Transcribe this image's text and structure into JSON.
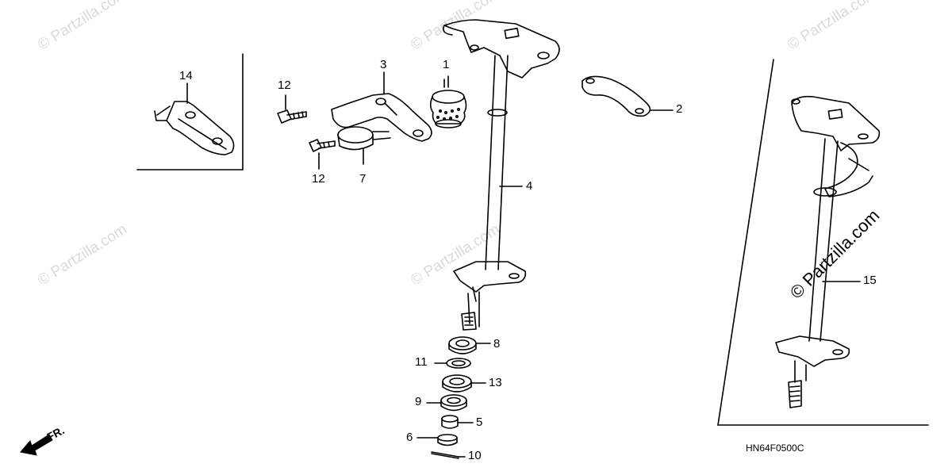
{
  "watermark": "© Partzilla.com",
  "diagram_code": "HN64F0500C",
  "direction_marker": "FR.",
  "callouts": [
    {
      "id": "c1",
      "text": "1"
    },
    {
      "id": "c2",
      "text": "2"
    },
    {
      "id": "c3",
      "text": "3"
    },
    {
      "id": "c4",
      "text": "4"
    },
    {
      "id": "c5",
      "text": "5"
    },
    {
      "id": "c6",
      "text": "6"
    },
    {
      "id": "c7",
      "text": "7"
    },
    {
      "id": "c8",
      "text": "8"
    },
    {
      "id": "c9",
      "text": "9"
    },
    {
      "id": "c10",
      "text": "10"
    },
    {
      "id": "c11",
      "text": "11"
    },
    {
      "id": "c12a",
      "text": "12"
    },
    {
      "id": "c12b",
      "text": "12"
    },
    {
      "id": "c13",
      "text": "13"
    },
    {
      "id": "c14",
      "text": "14"
    },
    {
      "id": "c15",
      "text": "15"
    }
  ]
}
